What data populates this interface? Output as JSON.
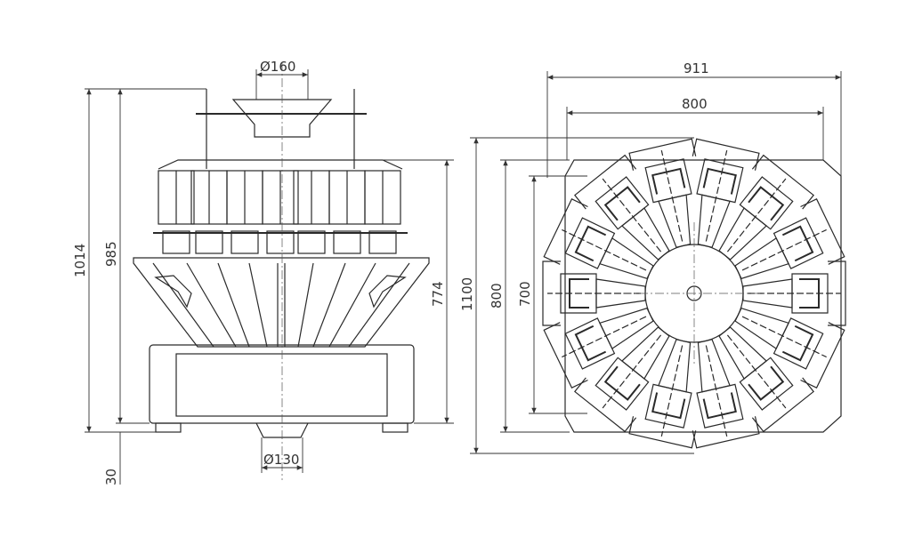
{
  "front_view": {
    "inlet_diameter": "Ø160",
    "outlet_diameter": "Ø130",
    "height_total": "1014",
    "height_to_base": "985",
    "height_body": "774",
    "foot_height": "30"
  },
  "top_view": {
    "width_overall": "911",
    "width_frame": "800",
    "height_overall": "1100",
    "height_frame": "800",
    "height_inner": "700",
    "head_count": 14
  }
}
